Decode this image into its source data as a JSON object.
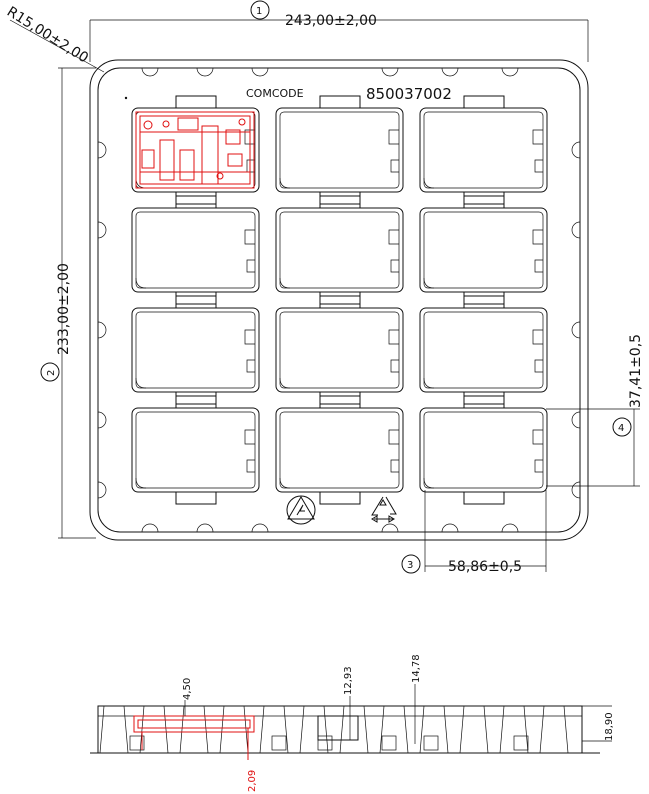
{
  "dimensions": {
    "width_label": "243,00±2,00",
    "height_label": "233,00±2,00",
    "radius_label": "R15,00±2,00",
    "cell_width_label": "58,86±0,5",
    "cell_height_label": "37,41±0,5"
  },
  "balloons": [
    "1",
    "2",
    "3",
    "4"
  ],
  "tray": {
    "brand": "COMCODE",
    "part_number": "850037002",
    "rows": 4,
    "cols": 3
  },
  "icons": [
    "esd-warning-icon",
    "recycle-icon"
  ],
  "side_view": {
    "labels": [
      "4,50",
      "12,93",
      "14,78",
      "18,90",
      "2,09"
    ]
  },
  "colors": {
    "line": "#111111",
    "highlight": "#e01010"
  }
}
